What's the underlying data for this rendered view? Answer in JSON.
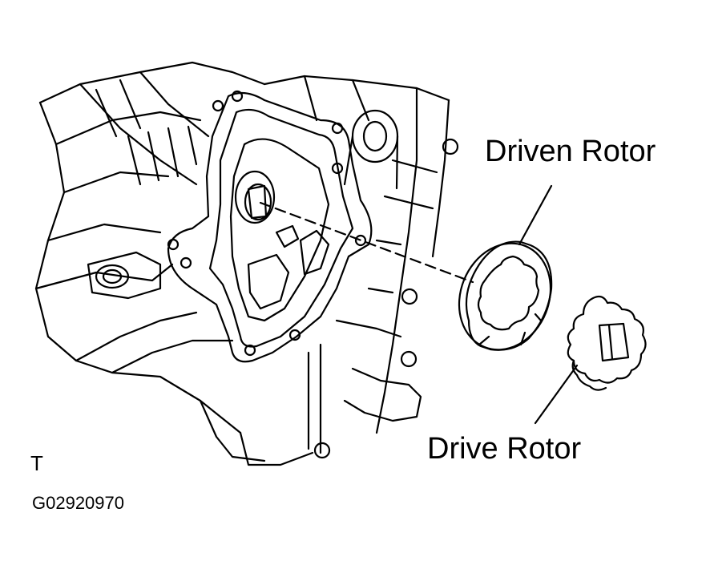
{
  "labels": {
    "driven_rotor": "Driven Rotor",
    "drive_rotor": "Drive Rotor",
    "corner_mark": "T",
    "figure_code": "G02920970"
  },
  "colors": {
    "line": "#000000",
    "background": "#ffffff"
  }
}
